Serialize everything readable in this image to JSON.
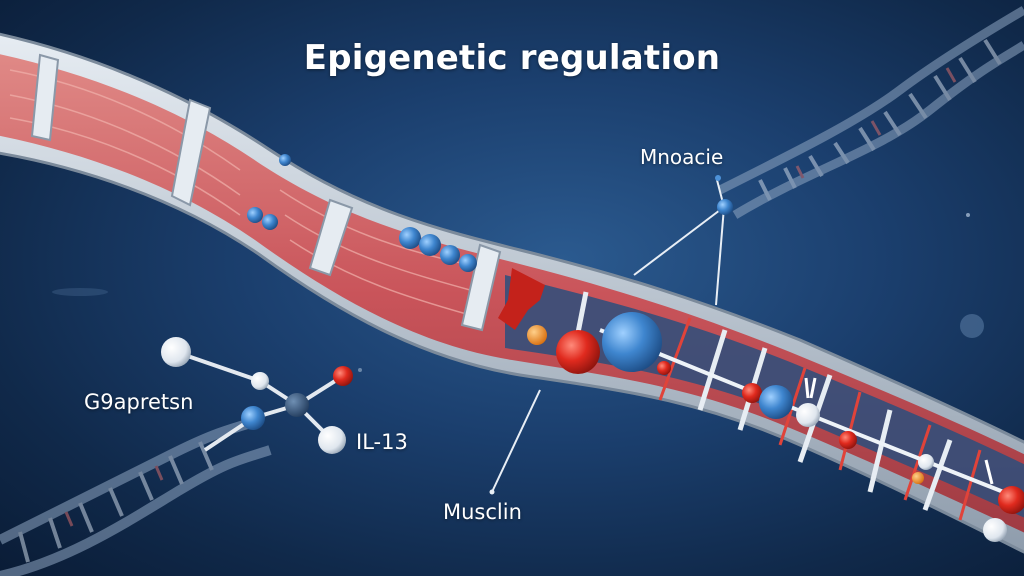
{
  "title": "Epigenetic regulation",
  "labels": {
    "top_right": "Mnoacie",
    "left": "G9apretsn",
    "molecule": "IL-13",
    "bottom": "Musclin"
  },
  "colors": {
    "background": "#1b3f6e",
    "muscle": "#c9545a",
    "sheath": "#c9d2dd",
    "strand_red": "#d83a2e",
    "node_blue": "#3f86cf",
    "node_red": "#e02a1e",
    "node_orange": "#f08a1c"
  }
}
